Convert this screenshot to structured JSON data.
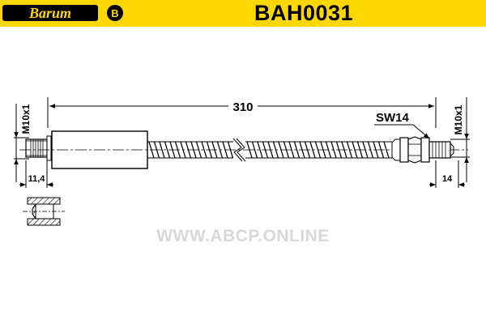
{
  "header": {
    "brand": "Barum",
    "part_number": "BAH0031",
    "background_color": "#ffd700",
    "logo_color": "#000000"
  },
  "drawing": {
    "length_label": "310",
    "wrench_size_label": "SW14",
    "left_thread_label": "M10x1",
    "right_thread_label": "M10x1",
    "left_fitting_length_label": "11,4",
    "right_fitting_length_label": "14"
  },
  "watermark": "WWW.ABCP.ONLINE"
}
